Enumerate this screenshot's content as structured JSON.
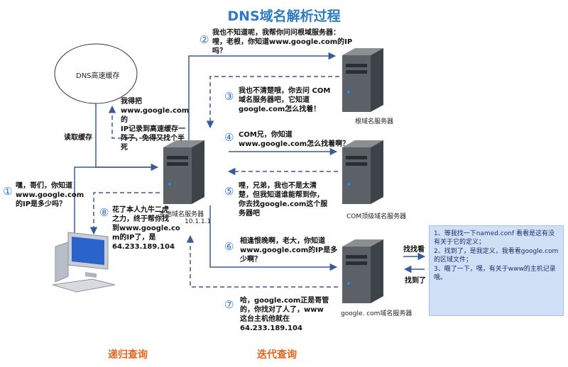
{
  "title": "DNS域名解析过程",
  "cache_label": "DNS高速缓存",
  "read_cache_label": "读取缓存",
  "store_cache_text": [
    "我得把",
    "www.google.com的",
    "IP记录到高速缓存一",
    "阵子，免得又找个半",
    "死"
  ],
  "local_dns_label": "本地域名服务器",
  "local_dns_ip": "10.1.1.1",
  "root_dns_label": "根域名服务器",
  "com_dns_label": "COM顶级域名服务器",
  "google_dns_label": "google. com域名服务器",
  "recursive_label": "递归查询",
  "iterative_label": "迭代查询",
  "steps": [
    {
      "num": "①",
      "lines": [
        "嘿，哥们，你知道",
        "www.google.com",
        "的IP是多少吗？"
      ]
    },
    {
      "num": "②",
      "lines": [
        "我也不知道呢，我帮你问问根域服务器：",
        "哩，老根，你知道www.google.com的IP",
        "吗？"
      ]
    },
    {
      "num": "③",
      "lines": [
        "我也不清楚哦，你去问 COM",
        "域名服务器吧，它知道",
        "google.com怎么找着！"
      ]
    },
    {
      "num": "④",
      "lines": [
        "COM兄，你知道",
        "www.google.com怎么找着啊？"
      ]
    },
    {
      "num": "⑤",
      "lines": [
        "哩，兄弟，我也不是太清",
        "楚，但我知道谁能帮到你，",
        "你去找google.com这个服",
        "务器吧"
      ]
    },
    {
      "num": "⑥",
      "lines": [
        "相逢恨晚啊，老大，你知道",
        "www.google.com的IP是多",
        "少啊？"
      ]
    },
    {
      "num": "⑦",
      "lines": [
        "哈，google.com正是哥管",
        "的，你找对了人了，www",
        "这台主机他就在",
        "64.233.189.104"
      ]
    },
    {
      "num": "⑧",
      "lines": [
        "花了本人九牛二虎",
        "之力，终于帮你找",
        "到www.google.co",
        "m的IP了，是",
        "64.233.189.104"
      ]
    }
  ],
  "lookup_label": "找找看",
  "found_label": "找到了",
  "note": [
    "1、等我找一下named.conf 看看是这有没有关于它的定义；",
    "2、找到了，是我定义，我看看google.com的区域文件；",
    "3、瞄了一下，嘿，有关于www的主机记录哦。"
  ],
  "colors": {
    "title": "#2e7bc4",
    "step_number": "#2f6fd0",
    "recursive": "#e8631a",
    "note_bg": "#cfe0f6",
    "arrow": "#3a5a9c"
  }
}
